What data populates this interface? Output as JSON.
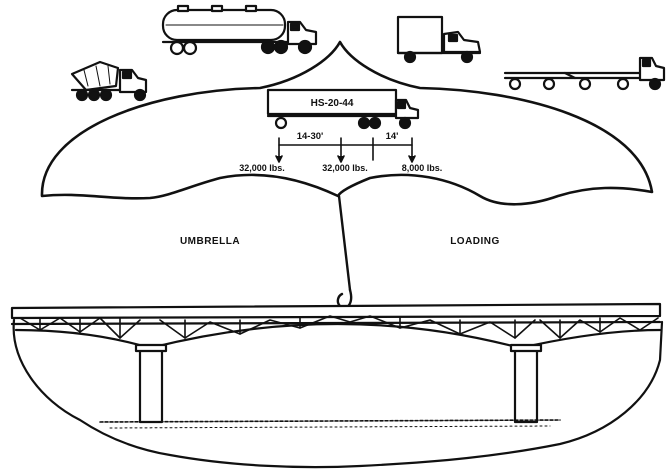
{
  "figure": {
    "truck_label": "HS-20-44",
    "axle_spacing_rear": "14-30'",
    "axle_spacing_front": "14'",
    "axle_load_rear": "32,000 lbs.",
    "axle_load_middle": "32,000 lbs.",
    "axle_load_front": "8,000 lbs.",
    "umbrella_left_text": "UMBRELLA",
    "umbrella_right_text": "LOADING"
  },
  "colors": {
    "ink": "#111111",
    "paper": "#ffffff"
  }
}
